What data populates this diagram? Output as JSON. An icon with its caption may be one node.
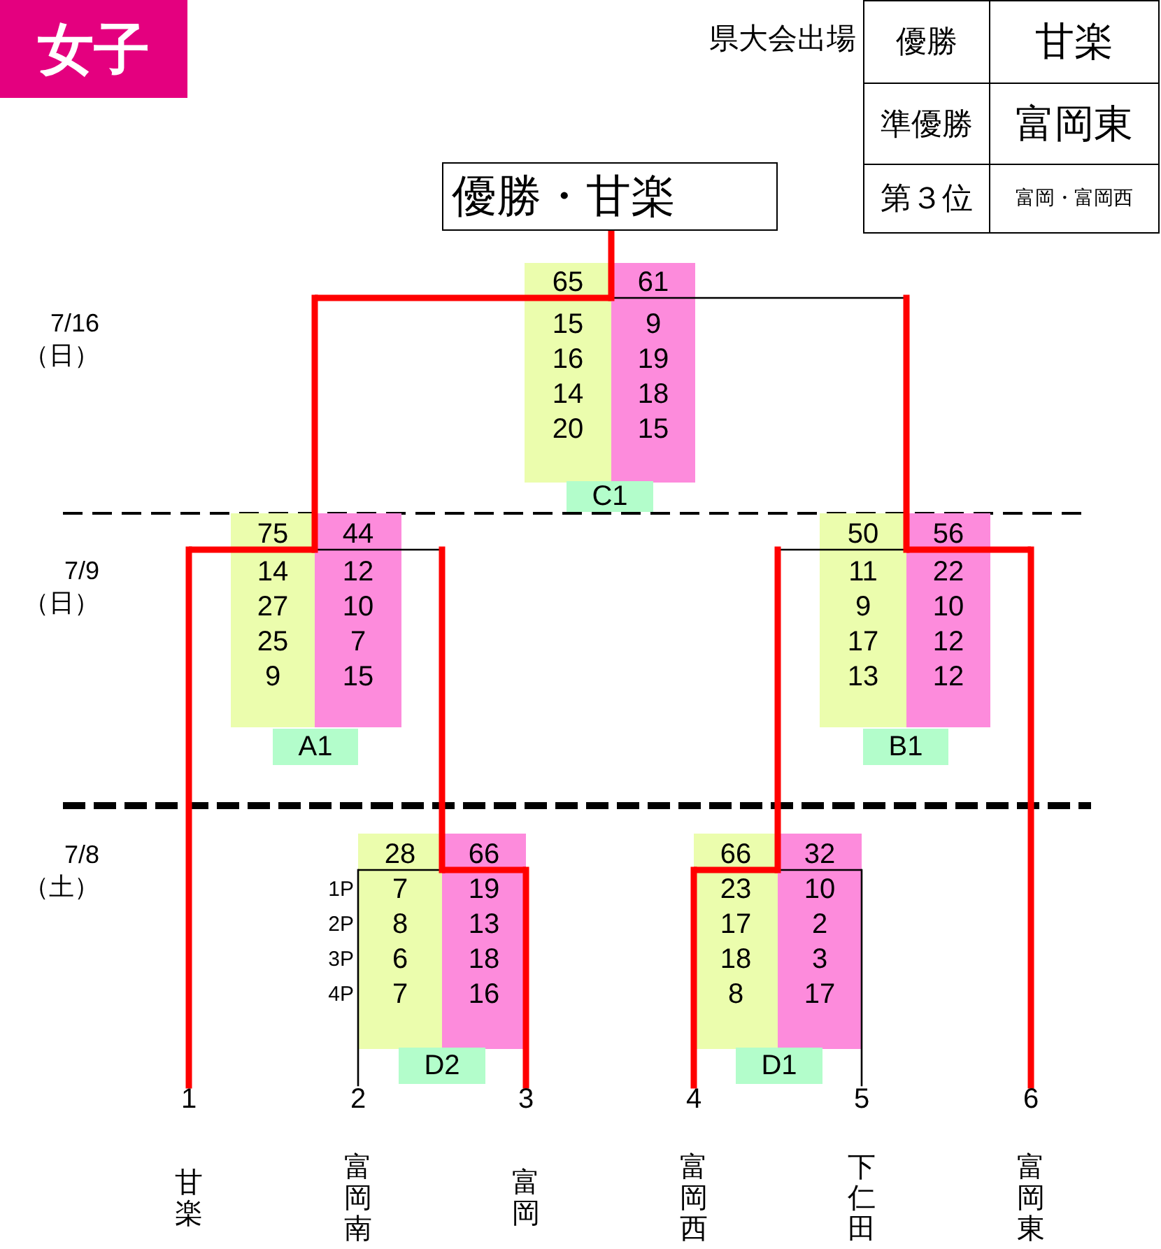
{
  "diagram": {
    "title": "女子",
    "nodes": [
      {
        "text": [
          "優勝・甘楽"
        ]
      },
      {
        "text": [
          "65",
          "15",
          "16",
          "14",
          "20"
        ]
      },
      {
        "text": [
          "61",
          "9",
          "19",
          "18",
          "15"
        ]
      },
      {
        "text": [
          "C1"
        ]
      },
      {
        "text": [
          "75",
          "14",
          "27",
          "25",
          "9"
        ]
      },
      {
        "text": [
          "44",
          "12",
          "10",
          "7",
          "15"
        ]
      },
      {
        "text": [
          "A1"
        ]
      },
      {
        "text": [
          "50",
          "11",
          "9",
          "17",
          "13"
        ]
      },
      {
        "text": [
          "56",
          "22",
          "10",
          "12",
          "12"
        ]
      },
      {
        "text": [
          "B1"
        ]
      },
      {
        "text": [
          "28",
          "7",
          "8",
          "6",
          "7"
        ]
      },
      {
        "text": [
          "66",
          "19",
          "13",
          "18",
          "16"
        ]
      },
      {
        "text": [
          "D2"
        ]
      },
      {
        "text": [
          "66",
          "23",
          "17",
          "18",
          "8"
        ]
      },
      {
        "text": [
          "32",
          "10",
          "2",
          "3",
          "17"
        ]
      },
      {
        "text": [
          "D1"
        ]
      },
      {
        "text": [
          "1",
          "甘楽"
        ]
      },
      {
        "text": [
          "2",
          "富岡南"
        ]
      },
      {
        "text": [
          "3",
          "富岡"
        ]
      },
      {
        "text": [
          "4",
          "富岡西"
        ]
      },
      {
        "text": [
          "5",
          "下仁田"
        ]
      },
      {
        "text": [
          "6",
          "富岡東"
        ]
      }
    ],
    "edges": [
      {
        "from": 1,
        "to": 0,
        "arrow": "none"
      },
      {
        "from": 4,
        "to": 1,
        "arrow": "none"
      },
      {
        "from": 8,
        "to": 2,
        "arrow": "none"
      },
      {
        "from": 16,
        "to": 4,
        "arrow": "none"
      },
      {
        "from": 11,
        "to": 5,
        "arrow": "none"
      },
      {
        "from": 13,
        "to": 7,
        "arrow": "none"
      },
      {
        "from": 21,
        "to": 8,
        "arrow": "none"
      },
      {
        "from": 17,
        "to": 10,
        "arrow": "none",
        "color": "#000000"
      },
      {
        "from": 18,
        "to": 11,
        "arrow": "none"
      },
      {
        "from": 19,
        "to": 13,
        "arrow": "none"
      },
      {
        "from": 20,
        "to": 14,
        "arrow": "none",
        "color": "#000000"
      }
    ],
    "labels": [
      "県大会出場",
      "優勝",
      "甘楽",
      "準優勝",
      "富岡東",
      "第３位",
      "富岡・富岡西",
      "7/16",
      "（日）",
      "7/9",
      "（日）",
      "7/8",
      "（土）",
      "1P",
      "2P",
      "3P",
      "4P"
    ]
  }
}
